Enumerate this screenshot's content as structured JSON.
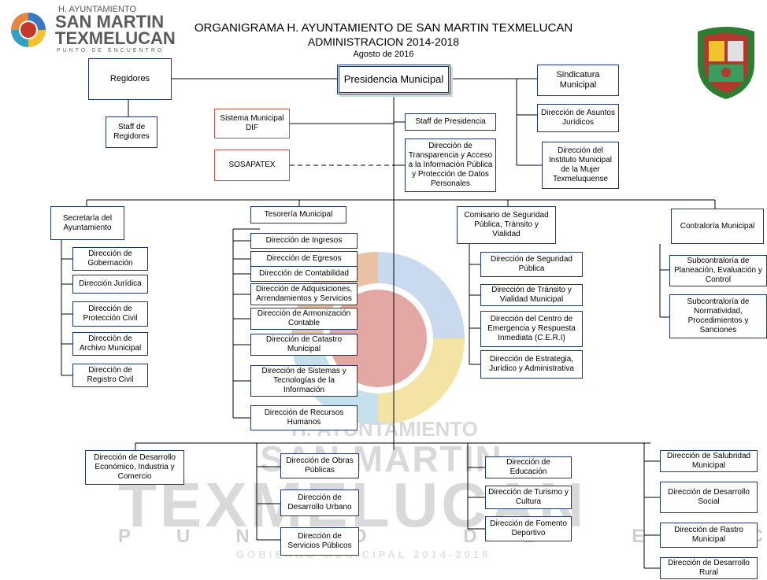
{
  "header": {
    "logo_line1": "H. AYUNTAMIENTO",
    "logo_line2": "SAN MARTIN",
    "logo_line3": "TEXMELUCAN",
    "logo_line4": "PUNTO DE ENCUENTRO",
    "title": "ORGANIGRAMA H. AYUNTAMIENTO DE SAN MARTIN TEXMELUCAN",
    "subtitle": "ADMINISTRACION   2014-2018",
    "date": "Agosto de 2016"
  },
  "watermark": {
    "line1": "H. AYUNTAMIENTO",
    "line2": "SAN MARTIN",
    "line3": "TEXMELUCAN",
    "line4": "PUNTO DE ENCUENTRO",
    "line5": "GOBIERNO MUNICIPAL 2014-2018"
  },
  "colors": {
    "box_border": "#1f3864",
    "dif_border": "#c0504d",
    "lines": "#000000"
  },
  "nodes": {
    "presidencia": "Presidencia Municipal",
    "regidores": "Regidores",
    "staff_regidores": "Staff de Regidores",
    "sindicatura": "Sindicatura Municipal",
    "asuntos_juridicos": "Dirección de Asuntos Jurídicos",
    "instituto_mujer": "Dirección del Instituto Municipal de la Mujer Texmeluquense",
    "dif": "Sistema Municipal DIF",
    "sosapatex": "SOSAPATEX",
    "staff_presidencia": "Staff de Presidencia",
    "transparencia": "Dirección de Transparencia y Acceso a la Información Pública y Protección de Datos Personales",
    "secretaria": "Secretaría del Ayuntamiento",
    "gobernacion": "Dirección de Gobernación",
    "juridica": "Dirección Jurídica",
    "proteccion_civil": "Dirección de Protección Civil",
    "archivo": "Dirección de Archivo Municipal",
    "registro_civil": "Dirección de Registro Civil",
    "tesoreria": "Tesorería Municipal",
    "ingresos": "Dirección de Ingresos",
    "egresos": "Dirección de Egresos",
    "contabilidad": "Dirección de Contabilidad",
    "adquisiciones": "Dirección de Adquisiciones, Arrendamientos y Servicios",
    "armonizacion": "Dirección de Armonización Contable",
    "catastro": "Dirección de Catastro Municipal",
    "sistemas": "Dirección de Sistemas y Tecnologías de la Información",
    "recursos_humanos": "Dirección de Recursos Humanos",
    "comisario": "Comisario de Seguridad Pública, Tránsito y Vialidad",
    "seguridad_publica": "Dirección de Seguridad Pública",
    "transito": "Dirección de Tránsito y Vialidad Municipal",
    "ceri": "Dirección del Centro de Emergencia y Respuesta Inmediata (C.E.R.I)",
    "estrategia": "Dirección de Estrategia, Jurídico y Administrativa",
    "contraloria": "Contraloría Municipal",
    "subcontraloria_planeacion": "Subcontraloría de Planeación, Evaluación y Control",
    "subcontraloria_normatividad": "Subcontraloría de Normatividad, Procedimientos y Sanciones",
    "desarrollo_economico": "Dirección de Desarrollo Económico, Industria y Comercio",
    "obras_publicas": "Dirección de Obras Públicas",
    "desarrollo_urbano": "Dirección de Desarrollo Urbano",
    "servicios_publicos": "Dirección de Servicios Públicos",
    "educacion": "Dirección de Educación",
    "turismo": "Dirección de Turismo y Cultura",
    "fomento_deportivo": "Dirección de Fomento Deportivo",
    "salubridad": "Dirección de Salubridad Municipal",
    "desarrollo_social": "Dirección de Desarrollo Social",
    "rastro": "Dirección de Rastro Municipal",
    "desarrollo_rural": "Dirección de Desarrollo Rural"
  }
}
